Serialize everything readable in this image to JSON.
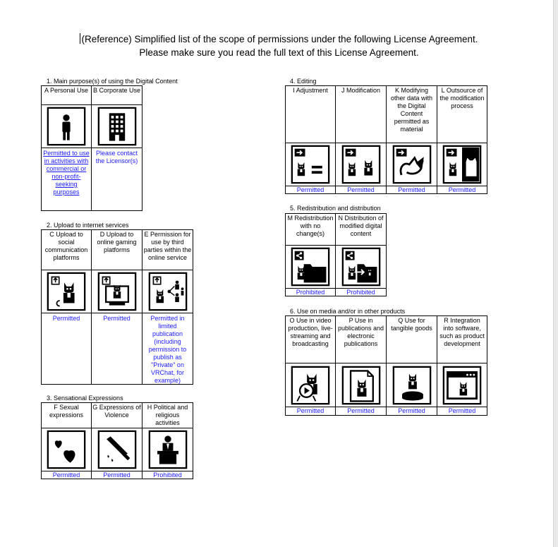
{
  "heading": {
    "line1": "(Reference) Simplified list of the scope of permissions under the following License Agreement.",
    "line2": "Please make sure you read the full text of this License Agreement."
  },
  "sections": {
    "s1": {
      "title": "1. Main purpose(s) of using the Digital Content",
      "items": [
        {
          "label": "A Personal Use",
          "icon": "person-icon",
          "result": "Permitted to use in activities with commercial or non-profit-seeking purposes"
        },
        {
          "label": "B Corporate Use",
          "icon": "office-building-icon",
          "result": "Please contact the Licensor(s)"
        }
      ]
    },
    "s2": {
      "title": "2. Upload to internet services",
      "items": [
        {
          "label": "C Upload to social communication platforms",
          "icon": "upload-avatar-icon",
          "result": "Permitted"
        },
        {
          "label": "D Upload to online gaming platforms",
          "icon": "upload-monitor-icon",
          "result": "Permitted"
        },
        {
          "label": "E Permission for use by third parties within the online service",
          "icon": "share-people-icon",
          "result": "Permitted in limited publication (including permission to publish as \"Private\" on VRChat, for example)"
        }
      ]
    },
    "s3": {
      "title": "3. Sensational Expressions",
      "items": [
        {
          "label": "F Sexual expressions",
          "icon": "hearts-icon",
          "result": "Permitted"
        },
        {
          "label": "G Expressions of Violence",
          "icon": "knife-icon",
          "result": "Permitted"
        },
        {
          "label": "H Political and religious activities",
          "icon": "podium-icon",
          "result": "Prohibited"
        }
      ]
    },
    "s4": {
      "title": "4. Editing",
      "items": [
        {
          "label": "I Adjustment",
          "icon": "adjust-equals-icon",
          "result": "Permitted"
        },
        {
          "label": "J Modification",
          "icon": "modify-icon",
          "result": "Permitted"
        },
        {
          "label": "K Modifying other data with the Digital Content permitted as material",
          "icon": "material-cat-icon",
          "result": "Permitted"
        },
        {
          "label": "L Outsource of the modification process",
          "icon": "outsource-icon",
          "result": "Permitted"
        }
      ]
    },
    "s5": {
      "title": "5. Redistribution and distribution",
      "items": [
        {
          "label": "M Redistribution with no change(s)",
          "icon": "share-folder-icon",
          "result": "Prohibited"
        },
        {
          "label": "N Distribution of modified digital content",
          "icon": "share-modified-icon",
          "result": "Prohibited"
        }
      ]
    },
    "s6": {
      "title": "6. Use on media and/or in other products",
      "items": [
        {
          "label": "O Use in video production, live-streaming and broadcasting",
          "icon": "video-play-icon",
          "result": "Permitted"
        },
        {
          "label": "P Use in publications and electronic publications",
          "icon": "publication-icon",
          "result": "Permitted"
        },
        {
          "label": "Q Use for tangible goods",
          "icon": "figure-goods-icon",
          "result": "Permitted"
        },
        {
          "label": "R Integration into software, such as product development",
          "icon": "software-window-icon",
          "result": "Permitted"
        }
      ]
    }
  }
}
